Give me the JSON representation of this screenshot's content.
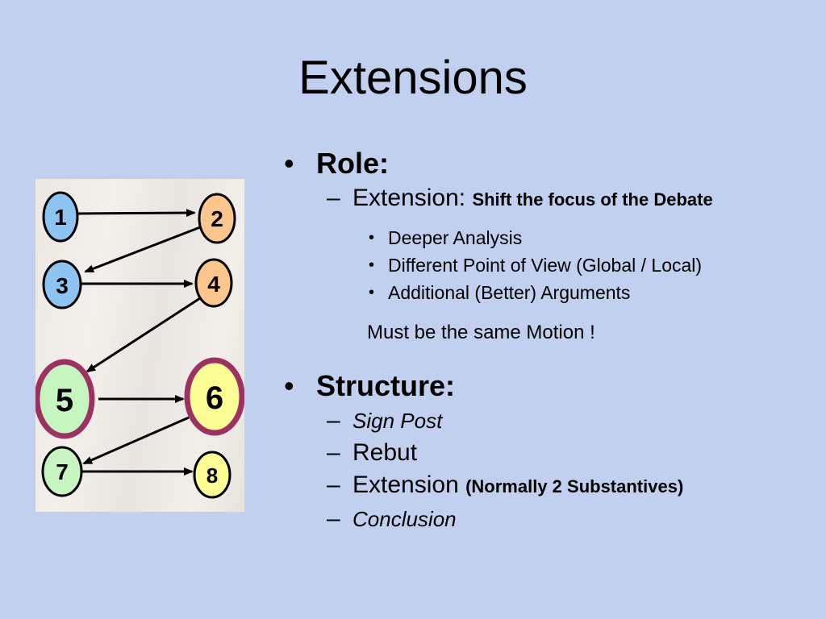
{
  "title": "Extensions",
  "nodes": [
    "1",
    "2",
    "3",
    "4",
    "5",
    "6",
    "7",
    "8"
  ],
  "role": {
    "heading": "Role:",
    "extension_label": "Extension:",
    "extension_desc": "Shift the focus of the Debate",
    "points": [
      "Deeper Analysis",
      "Different Point of View (Global / Local)",
      "Additional (Better) Arguments"
    ],
    "note": "Must be the same Motion !"
  },
  "structure": {
    "heading": "Structure:",
    "items": [
      "Sign Post",
      "Rebut",
      "Extension",
      "Conclusion"
    ],
    "extension_note": "(Normally 2 Substantives)"
  },
  "symbols": {
    "bullet": "•",
    "dash": "–"
  },
  "colors": {
    "background": "#c0d0ee",
    "node_blue": "#8ec4f2",
    "node_orange": "#fbc68e",
    "node_green": "#c6f5c0",
    "node_yellow": "#fdfd95",
    "ring_magenta": "#9b3262"
  }
}
